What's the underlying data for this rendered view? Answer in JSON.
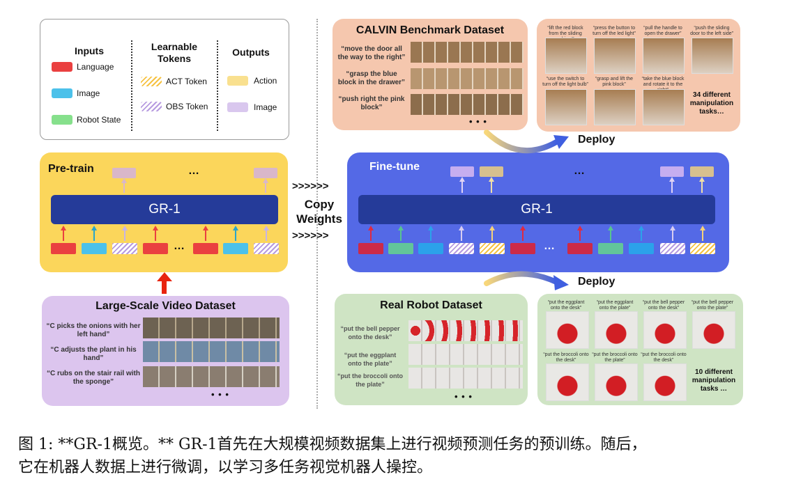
{
  "legend": {
    "inputs_title": "Inputs",
    "learnable_title": "Learnable\nTokens",
    "outputs_title": "Outputs",
    "language": "Language",
    "image": "Image",
    "robot_state": "Robot State",
    "act_token": "ACT Token",
    "obs_token": "OBS Token",
    "action": "Action",
    "out_image": "Image"
  },
  "colors": {
    "language": "#ea4040",
    "image": "#4cc1ea",
    "robot_state": "#86e08c",
    "action": "#f9e08f",
    "out_image": "#d9c7ee",
    "pretrain_bg": "#fbd65b",
    "finetune_bg": "#5469e6",
    "gr1": "#253b99"
  },
  "pretrain": {
    "title": "Pre-train",
    "model": "GR-1",
    "dots": "…"
  },
  "finetune": {
    "title": "Fine-tune",
    "model": "GR-1",
    "dots": "…"
  },
  "copy": {
    "arrows_top": ">>>>>>",
    "label": "Copy\nWeights",
    "arrows_bottom": ">>>>>>"
  },
  "video_dataset": {
    "title": "Large-Scale Video Dataset",
    "quotes": [
      "“C picks the onions with her left hand”",
      "“C adjusts the plant in his hand”",
      "“C rubs on the stair rail with the sponge”"
    ],
    "dots": "• • •"
  },
  "calvin": {
    "title": "CALVIN Benchmark Dataset",
    "quotes": [
      "“move the door all the way to the right”",
      "“grasp the blue block in the drawer”",
      "“push right the pink block”"
    ],
    "dots": "• • •"
  },
  "calvin_tasks": {
    "labels": [
      "“lift the red block from the sliding cabinet”",
      "“press the button to turn off the led light”",
      "“pull the handle to open the drawer”",
      "“push the sliding door to the left side”",
      "“use the switch to turn off the light bulb”",
      "“grasp and lift the pink block”",
      "“take the blue block and rotate it to the right”"
    ],
    "summary": "34 different manipulation tasks…"
  },
  "deploy_top": "Deploy",
  "deploy_bottom": "Deploy",
  "real_robot": {
    "title": "Real Robot Dataset",
    "quotes": [
      "“put the bell pepper onto the desk”",
      "“put the eggplant onto the plate”",
      "“put the broccoli onto the plate”"
    ],
    "dots": "• • •"
  },
  "real_tasks": {
    "labels": [
      "“put the eggplant onto the desk”",
      "“put the eggplant onto the plate”",
      "“put the bell pepper onto the desk”",
      "“put the bell pepper onto the plate”",
      "“put the broccoli onto the desk”",
      "“put the broccoli onto the plate”",
      "“put the broccoli onto the desk”"
    ],
    "summary": "10 different manipulation tasks …"
  },
  "caption": {
    "line1": "图 1: **GR-1概览。** GR-1首先在大规模视频数据集上进行视频预测任务的预训练。随后，",
    "line2": "它在机器人数据上进行微调，以学习多任务视觉机器人操控。"
  }
}
